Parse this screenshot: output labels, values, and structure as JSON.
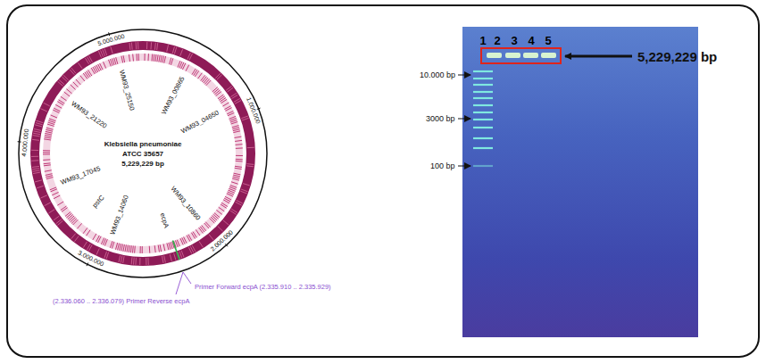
{
  "diagram": {
    "nodes": [
      {
        "text": [
          "Klebsiella pneumoniae",
          "ATCC 35657",
          "5,229,229 bp"
        ]
      }
    ],
    "labels": [
      "5.000.000",
      "1.000.000",
      "2.000.000",
      "3.000.000",
      "4.000.000",
      "WM93_25150",
      "WM93_21220",
      "WM93_17045",
      "pstC",
      "WM93_14060",
      "ecpA",
      "WM93_10860",
      "WM93_04650",
      "WM93_00865",
      "(2.336.060 .. 2.336.079) Primer Reverse ecpA",
      "Primer Forward ecpA (2.335.910 .. 2.335.929)",
      "1",
      "2",
      "3",
      "4",
      "5",
      "10.000 bp",
      "3000 bp",
      "100 bp",
      "5,229,229 bp"
    ]
  }
}
